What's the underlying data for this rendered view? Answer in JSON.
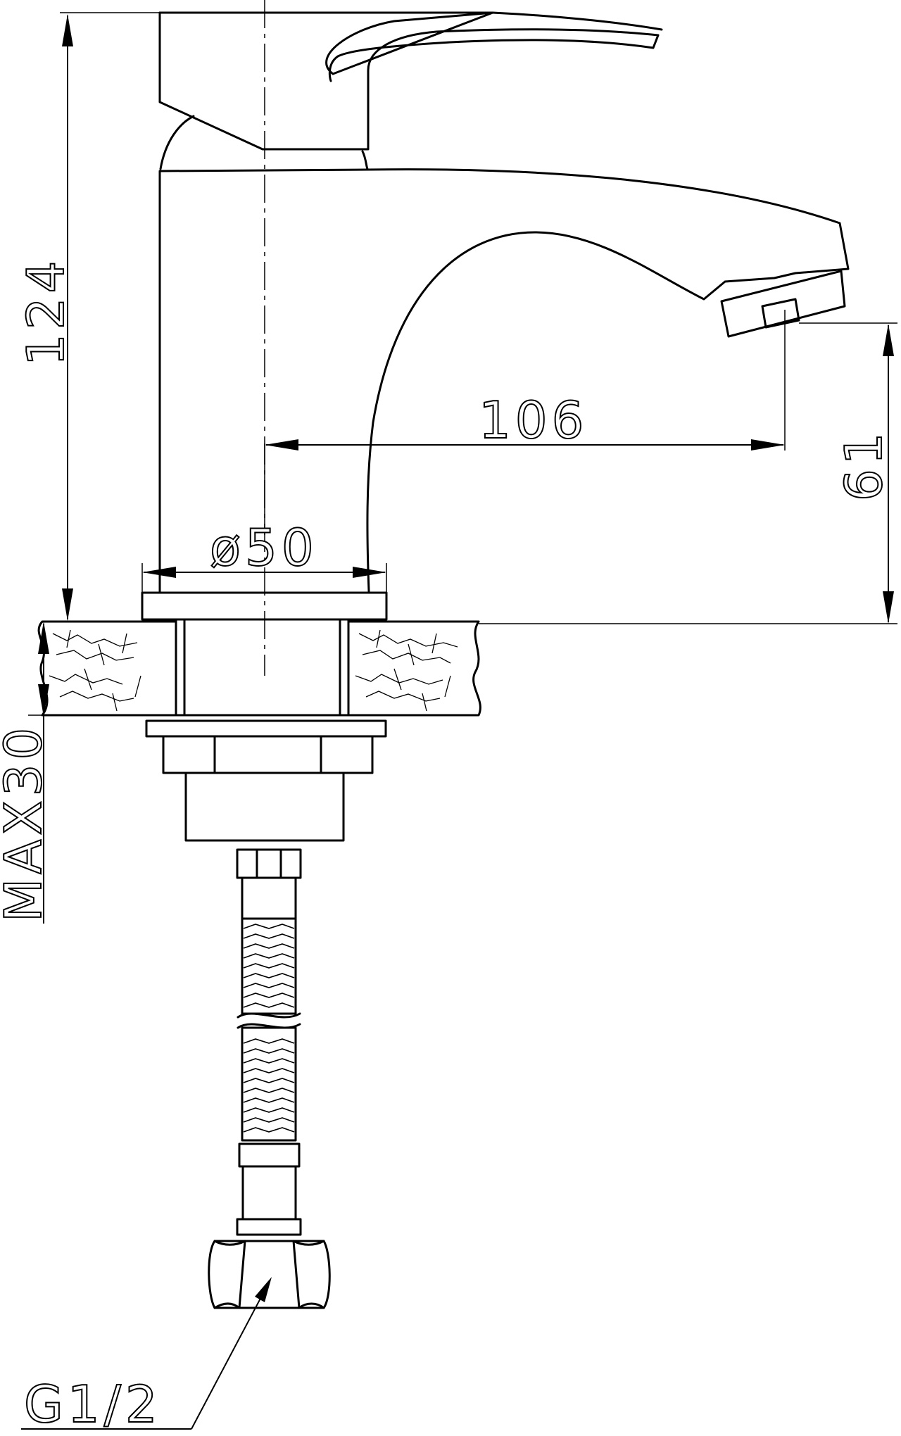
{
  "drawing": {
    "subject": "single-lever basin mixer tap",
    "dimensions": {
      "height": "124",
      "reach": "106",
      "base_diameter": "ø50",
      "spout_height": "61",
      "max_counter_thickness": "MAX30",
      "thread": "G1/2"
    }
  }
}
